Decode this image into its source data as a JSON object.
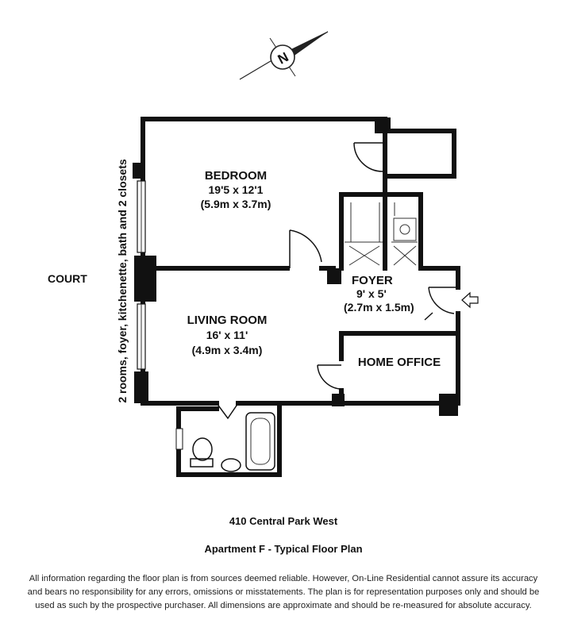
{
  "compass": {
    "label": "N",
    "icon": "north-arrow-icon"
  },
  "side_labels": {
    "court": "COURT",
    "summary": "2 rooms, foyer, kitchenette, bath and 2 closets"
  },
  "rooms": {
    "bedroom": {
      "name": "BEDROOM",
      "dim_imperial": "19'5 x 12'1",
      "dim_metric": "(5.9m x 3.7m)"
    },
    "living_room": {
      "name": "LIVING ROOM",
      "dim_imperial": "16' x 11'",
      "dim_metric": "(4.9m x 3.4m)"
    },
    "foyer": {
      "name": "FOYER",
      "dim_imperial": "9' x 5'",
      "dim_metric": "(2.7m x 1.5m)"
    },
    "home_office": {
      "name": "HOME OFFICE"
    }
  },
  "entrance": {
    "icon": "entrance-arrow-icon"
  },
  "footer": {
    "address": "410 Central Park West",
    "plan_title": "Apartment F - Typical Floor Plan",
    "disclaimer": [
      "All information regarding the floor plan is from sources deemed reliable.  However, On-Line Residential cannot assure its accuracy",
      "and bears no responsibility for any errors, omissions or misstatements.  The plan is for representation purposes only and should be",
      "used as such by the prospective purchaser.  All dimensions are approximate and should be re-measured for absolute accuracy."
    ]
  }
}
